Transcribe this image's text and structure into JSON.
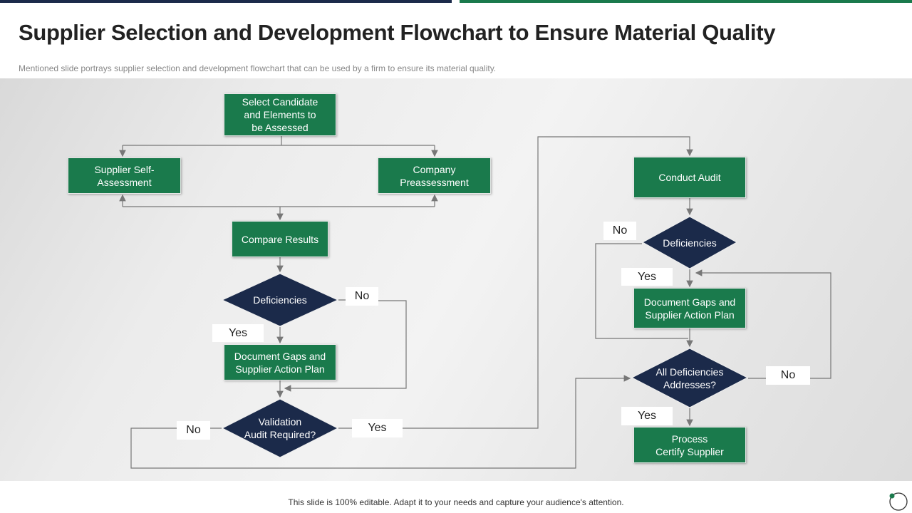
{
  "title": "Supplier Selection and Development Flowchart to Ensure Material Quality",
  "subtitle": "Mentioned slide portrays supplier selection and development flowchart that can be used by a firm to ensure its material quality.",
  "colors": {
    "process": "#1a7a4c",
    "decision": "#1b2a4a",
    "accent_bar_left": "#1b2a4a",
    "accent_bar_right": "#1a7a4c"
  },
  "nodes": {
    "select": "Select Candidate\nand Elements to\nbe Assessed",
    "self": "Supplier Self-\nAssessment",
    "company": "Company\nPreassessment",
    "compare": "Compare Results",
    "def1": "Deficiencies",
    "doc1": "Document Gaps and\nSupplier Action Plan",
    "validation": "Validation\nAudit Required?",
    "audit": "Conduct Audit",
    "def2": "Deficiencies",
    "doc2": "Document Gaps and\nSupplier Action Plan",
    "alldef": "All Deficiencies\nAddresses?",
    "certify": "Process\nCertify Supplier"
  },
  "labels": {
    "def1_no": "No",
    "def1_yes": "Yes",
    "val_no": "No",
    "val_yes": "Yes",
    "def2_no": "No",
    "def2_yes": "Yes",
    "all_no": "No",
    "all_yes": "Yes"
  },
  "footer": "This slide is 100% editable. Adapt it to your needs and capture your audience's attention."
}
